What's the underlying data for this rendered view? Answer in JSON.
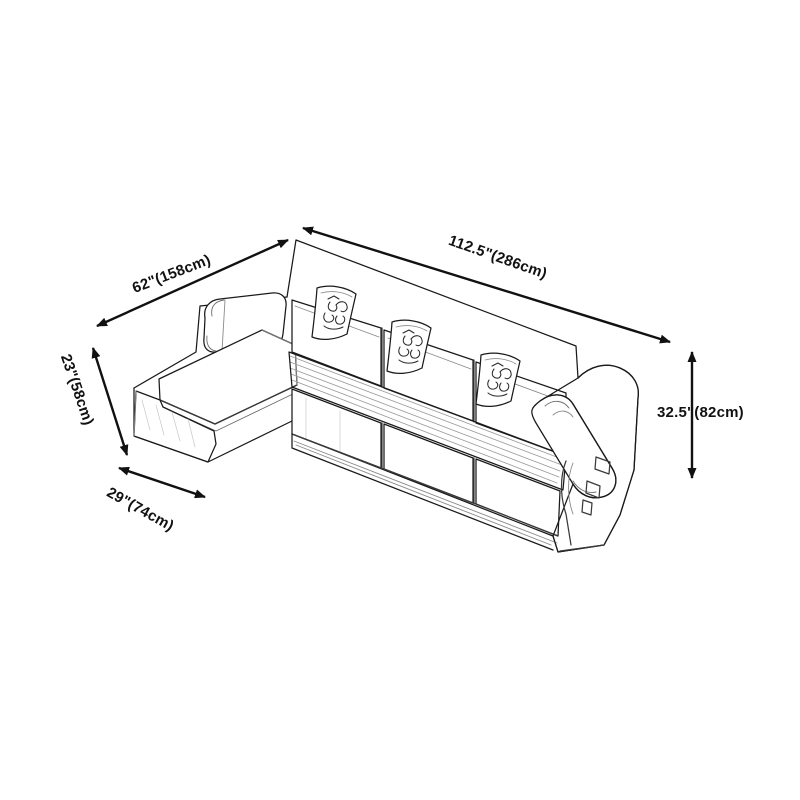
{
  "drawing": {
    "subject": "sectional-sofa-technical-line-drawing",
    "background_color": "#ffffff",
    "line_color": "#1a1a1a",
    "shading_color": "#9a9a9a",
    "dimension_color": "#111111"
  },
  "dimensions": {
    "width": {
      "name": "overall-width",
      "label": "112.5\"(286cm)",
      "inches": 112.5,
      "cm": 286
    },
    "depth": {
      "name": "overall-depth",
      "label": "62\"(158cm)",
      "inches": 62,
      "cm": 158
    },
    "height": {
      "name": "overall-height",
      "label": "32.5\"(82cm)",
      "inches": 32.5,
      "cm": 82
    },
    "seat": {
      "name": "seat-height",
      "label": "23\"(58cm)",
      "inches": 23,
      "cm": 58
    },
    "chaise": {
      "name": "chaise-depth",
      "label": "29\"(74cm)",
      "inches": 29,
      "cm": 74
    }
  },
  "features": {
    "pillows": 3,
    "seat_cushions": 3,
    "back_cushions": 3,
    "chaise_side": "left",
    "armrest_side": "right"
  }
}
